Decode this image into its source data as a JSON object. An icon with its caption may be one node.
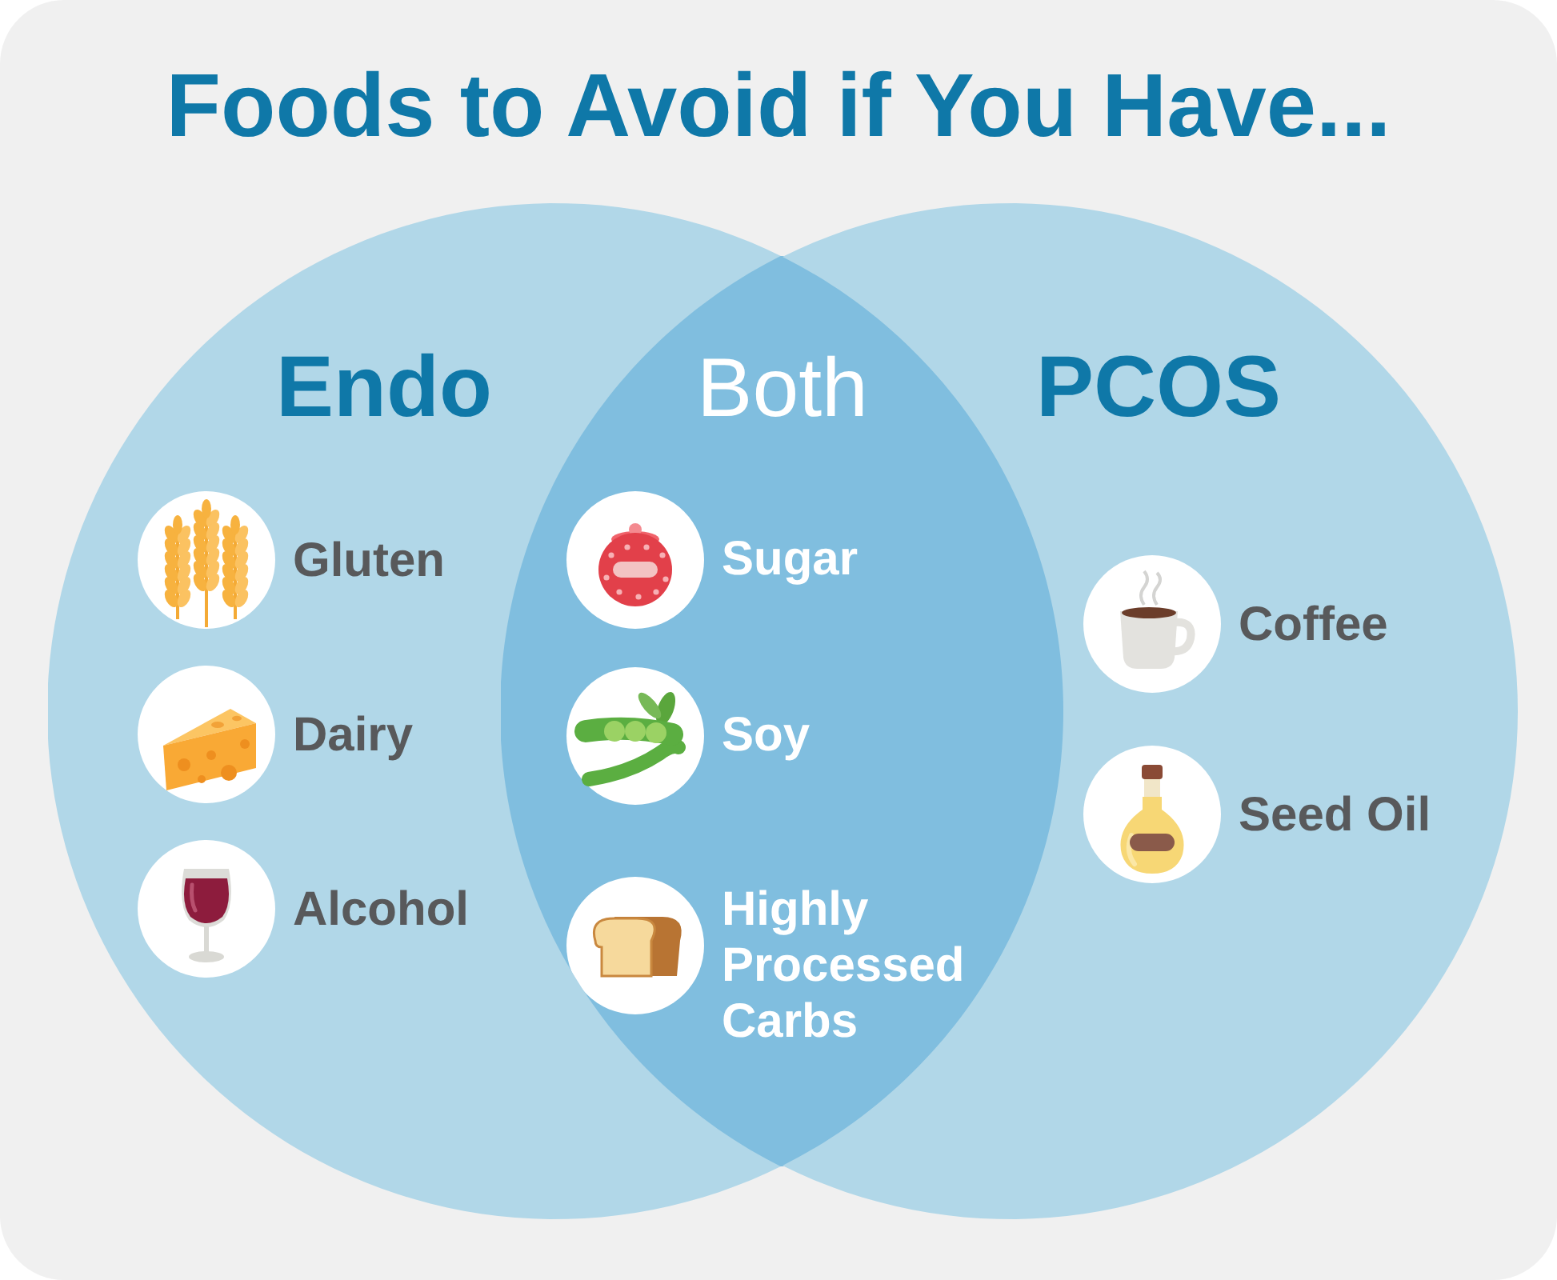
{
  "diagram": {
    "title": "Foods to Avoid if You Have...",
    "nodes": [
      {
        "text": [
          "Endo"
        ]
      },
      {
        "text": [
          "Both"
        ]
      },
      {
        "text": [
          "PCOS"
        ]
      },
      {
        "text": [
          "Gluten"
        ],
        "in": 0
      },
      {
        "text": [
          "Dairy"
        ],
        "in": 0
      },
      {
        "text": [
          "Alcohol"
        ],
        "in": 0
      },
      {
        "text": [
          "Sugar"
        ],
        "in": 1
      },
      {
        "text": [
          "Soy"
        ],
        "in": 1
      },
      {
        "text": [
          "Highly Processed Carbs"
        ],
        "in": 1
      },
      {
        "text": [
          "Coffee"
        ],
        "in": 2
      },
      {
        "text": [
          "Seed Oil"
        ],
        "in": 2
      }
    ]
  }
}
